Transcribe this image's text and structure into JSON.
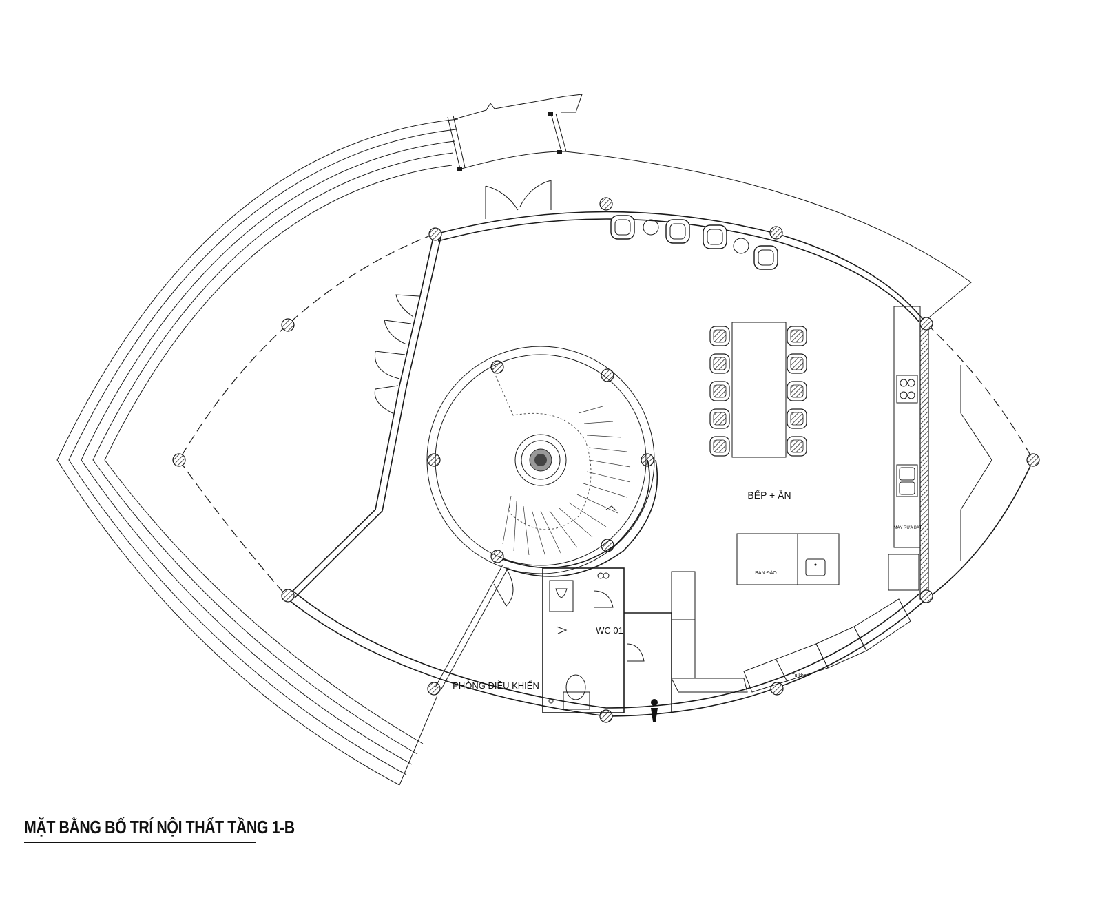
{
  "drawing": {
    "title": "MẶT BẰNG BỐ TRÍ NỘI THẤT TẦNG 1-B",
    "labels": {
      "kitchen_dining": "BẾP + ĂN",
      "island": "BÀN ĐẢO",
      "dishwasher": "MÁY RỬA BÁT",
      "storage": "Tủ kho",
      "wc": "WC 01",
      "control_room": "PHÒNG ĐIỀU KHIỂN"
    },
    "colors": {
      "line": "#1a1a1a",
      "background": "#ffffff"
    }
  }
}
